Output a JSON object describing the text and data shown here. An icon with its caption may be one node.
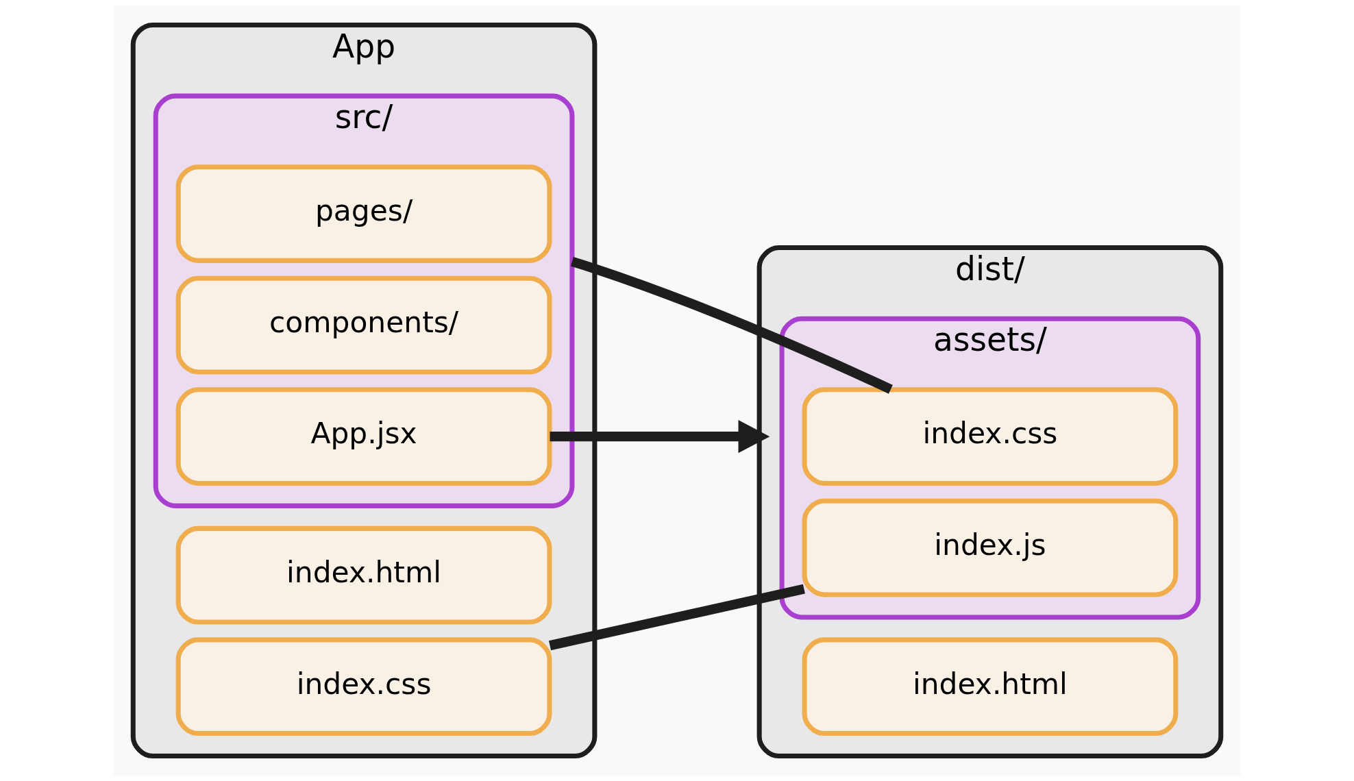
{
  "diagram": {
    "nodes": [
      {
        "text": [
          "App"
        ]
      },
      {
        "text": [
          "src/"
        ],
        "in": 0
      },
      {
        "text": [
          "pages/"
        ],
        "in": 1
      },
      {
        "text": [
          "components/"
        ],
        "in": 1
      },
      {
        "text": [
          "App.jsx"
        ],
        "in": 1
      },
      {
        "text": [
          "index.html"
        ],
        "in": 0
      },
      {
        "text": [
          "index.css"
        ],
        "in": 0
      },
      {
        "text": [
          "dist/"
        ]
      },
      {
        "text": [
          "assets/"
        ],
        "in": 7
      },
      {
        "text": [
          "index.css"
        ],
        "in": 8
      },
      {
        "text": [
          "index.js"
        ],
        "in": 8
      },
      {
        "text": [
          "index.html"
        ],
        "in": 7
      }
    ],
    "edges": [
      {
        "from": 1,
        "to": 9,
        "arrow": "none"
      },
      {
        "from": 4,
        "to": 7,
        "arrow": "to"
      },
      {
        "from": 6,
        "to": 10,
        "arrow": "none"
      }
    ]
  }
}
